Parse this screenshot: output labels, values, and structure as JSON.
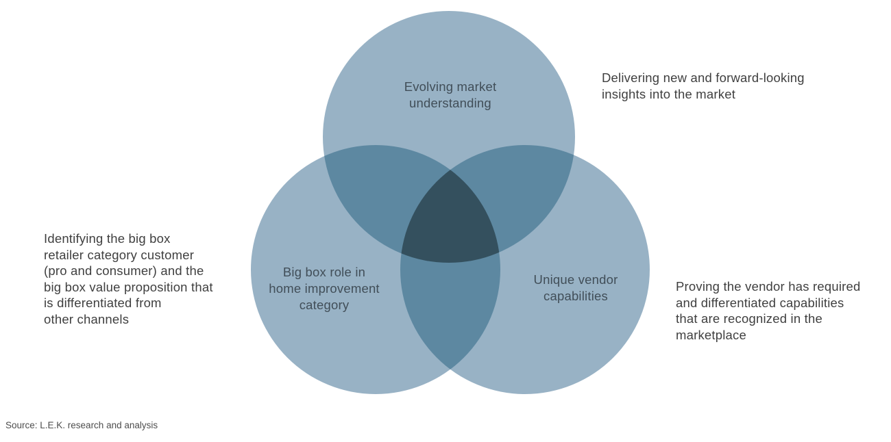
{
  "diagram": {
    "title_hint": "Three-circle Venn diagram",
    "colors": {
      "single": "#98b2c5",
      "double": "#5d88a1",
      "triple": "#34505e",
      "label_text": "#414e58",
      "annotation_text": "#3f3f3f",
      "source_text": "#4d4d4d"
    },
    "circles": [
      {
        "id": "top",
        "label": "Evolving market\nunderstanding"
      },
      {
        "id": "bottom_left",
        "label": "Big box role in\nhome improvement\ncategory"
      },
      {
        "id": "bottom_right",
        "label": "Unique vendor\ncapabilities"
      }
    ],
    "annotations": [
      {
        "id": "top_right",
        "text": "Delivering new and forward-looking\ninsights into the market"
      },
      {
        "id": "left",
        "text": "Identifying the big box\nretailer category customer\n(pro and consumer) and the\nbig box value proposition that\nis differentiated from\nother channels"
      },
      {
        "id": "right",
        "text": "Proving the vendor has required\nand differentiated capabilities\nthat are recognized in the\nmarketplace"
      }
    ],
    "source": "Source: L.E.K. research and analysis"
  }
}
